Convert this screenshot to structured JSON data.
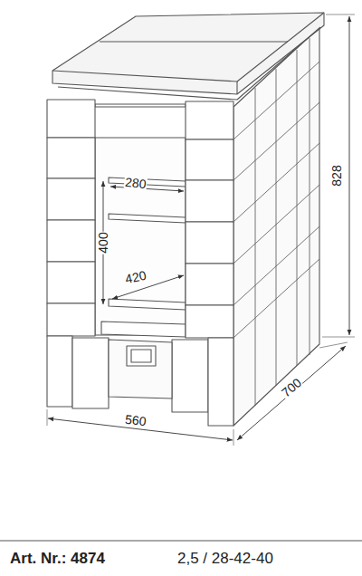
{
  "diagram": {
    "labels": [
      "280",
      "400",
      "420",
      "828",
      "560",
      "700",
      "Art. Nr.: 4874",
      "2,5 / 28-42-40"
    ]
  }
}
